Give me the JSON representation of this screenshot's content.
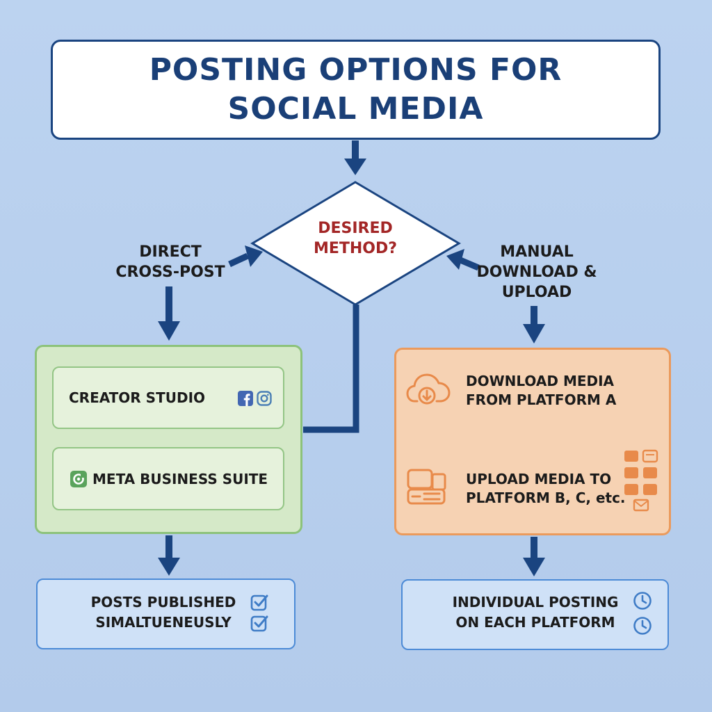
{
  "title": "POSTING OPTIONS FOR SOCIAL MEDIA",
  "decision": {
    "text": "DESIRED METHOD?"
  },
  "branch_left": {
    "label_line1": "DIRECT",
    "label_line2": "CROSS-POST",
    "items": [
      {
        "label": "CREATOR STUDIO",
        "icons": [
          "facebook-icon",
          "instagram-icon"
        ]
      },
      {
        "label": "META BUSINESS SUITE",
        "icons": [
          "meta-suite-icon"
        ]
      }
    ],
    "result_line1": "POSTS PUBLISHED",
    "result_line2": "SIMALTUENEUSLY"
  },
  "branch_right": {
    "label_line1": "MANUAL",
    "label_line2": "DOWNLOAD &",
    "label_line3": "UPLOAD",
    "step1_line1": "DOWNLOAD MEDIA",
    "step1_line2": "FROM PLATFORM A",
    "step2_line1": "UPLOAD MEDIA TO",
    "step2_line2": "PLATFORM B, C, etc.",
    "result_line1": "INDIVIDUAL POSTING",
    "result_line2": "ON EACH PLATFORM"
  },
  "colors": {
    "navy": "#1a4480",
    "question_red": "#a32626",
    "green_panel": "#d5e9c8",
    "orange_panel": "#f6d2b3",
    "orange_icon": "#e88a4a",
    "result_blue": "#cfe1f7"
  }
}
